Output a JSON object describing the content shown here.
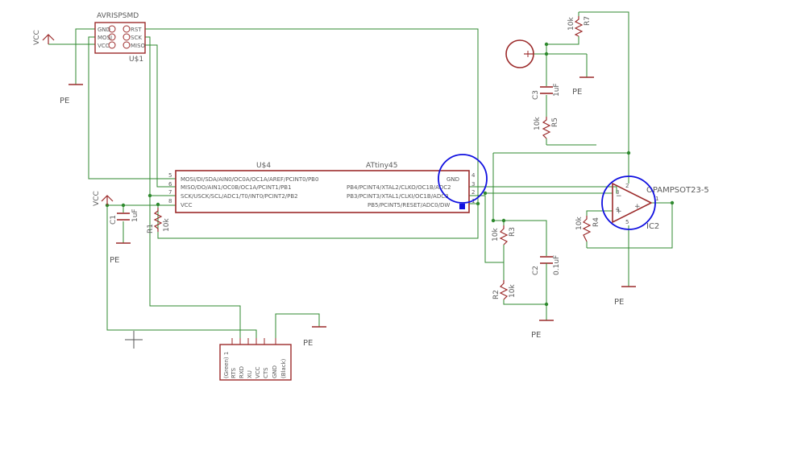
{
  "colors": {
    "wire": "#2f8a2f",
    "part": "#9c2b2b",
    "text": "#5a5a5a",
    "highlight": "#1010e0",
    "background": "#ffffff"
  },
  "labels": {
    "isp_name": "AVRISPSMD",
    "isp_ref": "U$1",
    "isp_pin_gnd": "GND",
    "isp_pin_mosi": "MOSI",
    "isp_pin_vcc": "VCC",
    "isp_pin_rst": "RST",
    "isp_pin_sck": "SCK",
    "isp_pin_miso": "MISO",
    "vcc_top": "VCC",
    "vcc_left": "VCC",
    "pe_1": "PE",
    "pe_2": "PE",
    "pe_3": "PE",
    "pe_4": "PE",
    "pe_5": "PE",
    "pe_6": "PE",
    "mcu_ref": "U$4",
    "mcu_value": "ATtiny45",
    "mcu_pin5": "MOSI/DI/SDA/AIN0/OC0A/OC1A/AREF/PCINT0/PB0",
    "mcu_pin6": "MISO/DO/AIN1/OC0B/OC1A/PCINT1/PB1",
    "mcu_pin7": "SCK/USCK/SCL/ADC1/T0/INT0/PCINT2/PB2",
    "mcu_pin8": "VCC",
    "mcu_pin4": "GND",
    "mcu_pin3": "PB4/PCINT4/XTAL2/CLKO/OC1B/ADC2",
    "mcu_pin2": "PB3/PCINT3/XTAL1/CLKI/OC1B/ADC3",
    "mcu_pin1": "PB5/PCINT5/RESET/ADC0/DW",
    "mcu_num5": "5",
    "mcu_num6": "6",
    "mcu_num7": "7",
    "mcu_num8": "8",
    "mcu_num4": "4",
    "mcu_num3": "3",
    "mcu_num2": "2",
    "mcu_num1": "1",
    "c1_ref": "C1",
    "c1_val": "1uF",
    "r1_ref": "R1",
    "r1_val": "10k",
    "r7_val": "10k",
    "r7_ref": "R7",
    "c3_ref": "C3",
    "c3_val": "1uF",
    "r5_val": "10k",
    "r5_ref": "R5",
    "r4_val": "10k",
    "r4_ref": "R4",
    "r3_val": "10k",
    "r3_ref": "R3",
    "r2_ref": "R2",
    "r2_val": "10k",
    "c2_ref": "C2",
    "c2_val": "0.1uF",
    "opamp_value": "OPAMPSOT23-5",
    "opamp_ref": "IC2",
    "op_pin3": "3",
    "op_pin4": "4",
    "op_pin2": "2",
    "op_pin5": "5",
    "op_pin1": "1",
    "ftdi_1": "(Green) 1",
    "ftdi_2": "RTS",
    "ftdi_3": "RXD",
    "ftdi_4": "XU",
    "ftdi_5": "VCC",
    "ftdi_6": "CTS",
    "ftdi_7": "GND",
    "ftdi_8": "(Black)"
  }
}
